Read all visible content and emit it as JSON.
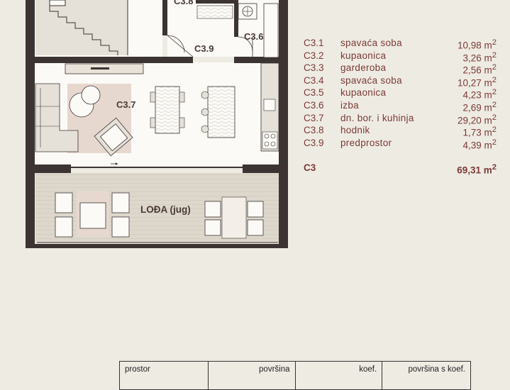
{
  "plan": {
    "labels": {
      "c38": "C3.8",
      "c39": "C3.9",
      "c36": "C3.6",
      "c37": "C3.7",
      "loggia": "LOĐA (jug)"
    }
  },
  "legend": {
    "rows": [
      {
        "code": "C3.1",
        "name": "spavaća soba",
        "area": "10,98 m",
        "sup": "2"
      },
      {
        "code": "C3.2",
        "name": "kupaonica",
        "area": "3,26 m",
        "sup": "2"
      },
      {
        "code": "C3.3",
        "name": "garderoba",
        "area": "2,56 m",
        "sup": "2"
      },
      {
        "code": "C3.4",
        "name": "spavaća soba",
        "area": "10,27 m",
        "sup": "2"
      },
      {
        "code": "C3.5",
        "name": "kupaonica",
        "area": "4,23 m",
        "sup": "2"
      },
      {
        "code": "C3.6",
        "name": "izba",
        "area": "2,69 m",
        "sup": "2"
      },
      {
        "code": "C3.7",
        "name": "dn. bor. i kuhinja",
        "area": "29,20 m",
        "sup": "2"
      },
      {
        "code": "C3.8",
        "name": "hodnik",
        "area": "1,73 m",
        "sup": "2"
      },
      {
        "code": "C3.9",
        "name": "predprostor",
        "area": "4,39 m",
        "sup": "2"
      }
    ],
    "total": {
      "code": "C3",
      "area": "69,31 m",
      "sup": "2"
    }
  },
  "table": {
    "headers": [
      "prostor",
      "površina",
      "koef.",
      "površina s koef."
    ]
  },
  "colors": {
    "background": "#eeebe3",
    "wall": "#3b3433",
    "accent_text": "#7a3a36",
    "stair_fill": "#e4dfd6",
    "rug": "#e6d7cf",
    "floor_wood": "#d6cfc4"
  }
}
